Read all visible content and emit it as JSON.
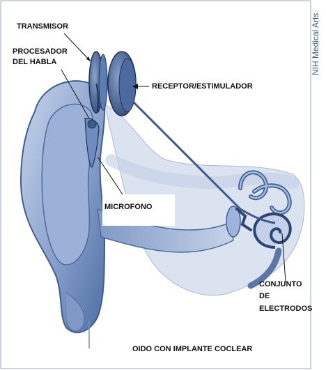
{
  "credit": "NIH Medical Arts",
  "labels": {
    "transmisor": "TRANSMISOR",
    "procesador_line1": "PROCESADOR",
    "procesador_line2": "DEL HABLA",
    "receptor": "RECEPTOR/ESTIMULADOR",
    "microfono": "MICROFONO",
    "conjunto_line1": "CONJUNTO",
    "conjunto_line2": "DE",
    "conjunto_line3": "ELECTRODOS",
    "caption": "OIDO CON IMPLANTE COCLEAR"
  },
  "colors": {
    "skin_dark": "#5f7fb3",
    "skin_light": "#dde6f4",
    "device": "#3c5a8a",
    "background": "#ffffff"
  }
}
